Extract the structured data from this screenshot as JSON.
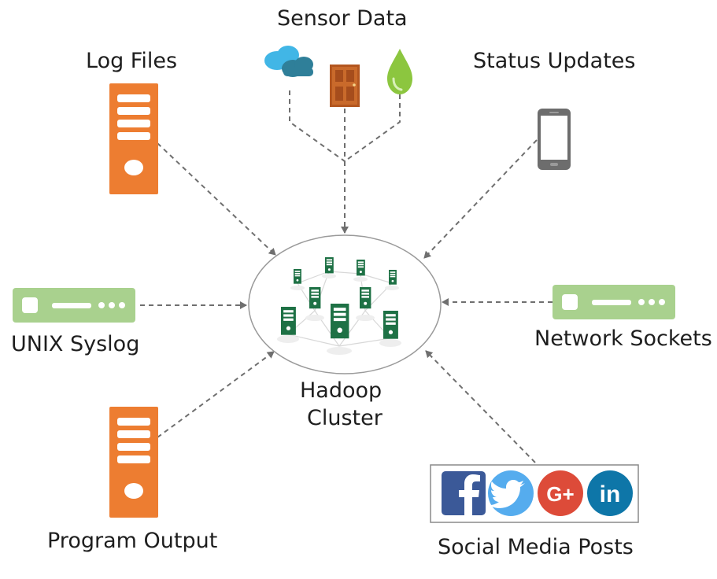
{
  "labels": {
    "sensor_data": "Sensor Data",
    "log_files": "Log Files",
    "status_updates": "Status Updates",
    "unix_syslog": "UNIX Syslog",
    "network_sockets": "Network Sockets",
    "program_output": "Program Output",
    "social_media_posts": "Social Media Posts",
    "hadoop_line1": "Hadoop",
    "hadoop_line2": "Cluster"
  },
  "icons": {
    "log_files": "server-tower-icon",
    "program_output": "server-tower-icon",
    "unix_syslog": "rack-server-icon",
    "network_sockets": "rack-server-icon",
    "sensor_cloud": "cloud-icon",
    "sensor_door": "door-icon",
    "sensor_drop": "water-drop-icon",
    "status_updates": "smartphone-icon",
    "social": [
      "facebook-icon",
      "twitter-icon",
      "google-plus-icon",
      "linkedin-icon"
    ],
    "cluster": "server-cluster-icon"
  },
  "colors": {
    "orange": "#ed7d31",
    "light_green": "#a9d18e",
    "dark_green": "#1e7145",
    "facebook": "#3b5998",
    "twitter": "#55acee",
    "google_plus": "#dd4b39",
    "linkedin": "#0e76a8",
    "arrow": "#6f6f6f"
  }
}
